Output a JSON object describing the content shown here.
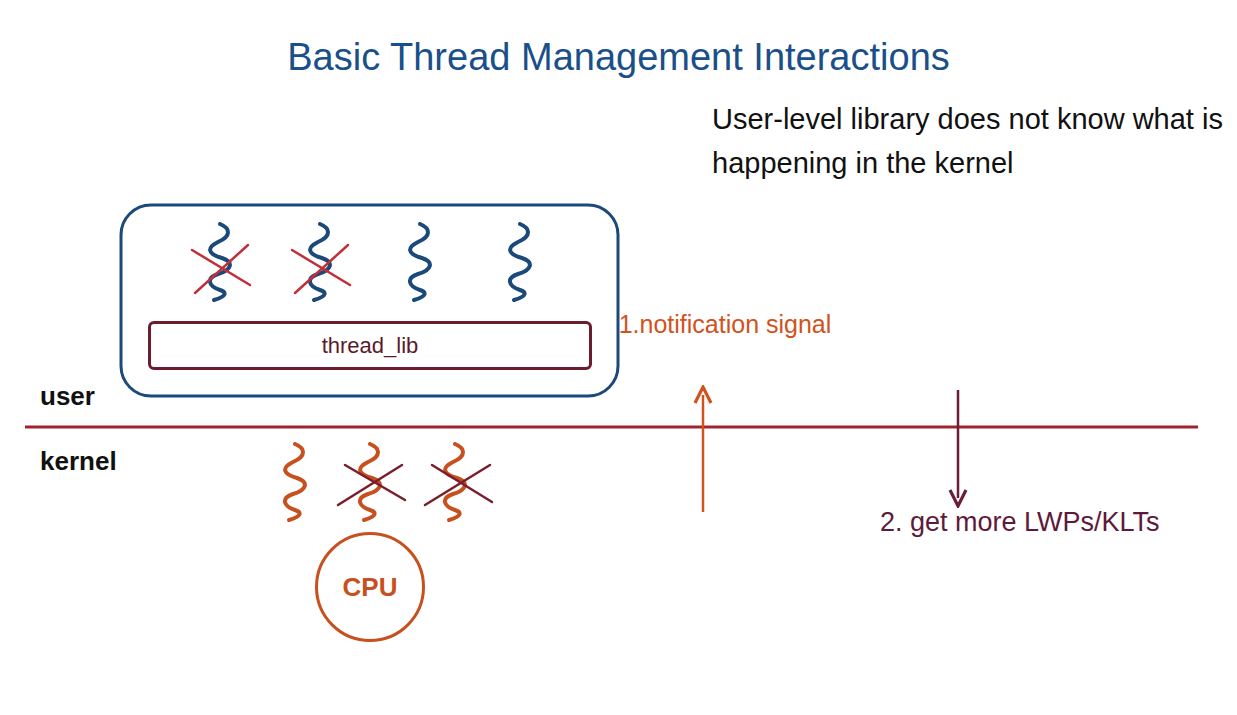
{
  "diagram": {
    "title": "Basic Thread Management Interactions",
    "nodes": [
      {
        "text": [
          "thread_lib"
        ]
      },
      {
        "text": [
          "CPU"
        ]
      }
    ],
    "labels": [
      "User-level library does not know what is happening in the kernel",
      "user",
      "kernel",
      "1.notification signal",
      "2. get more LWPs/KLTs"
    ]
  }
}
